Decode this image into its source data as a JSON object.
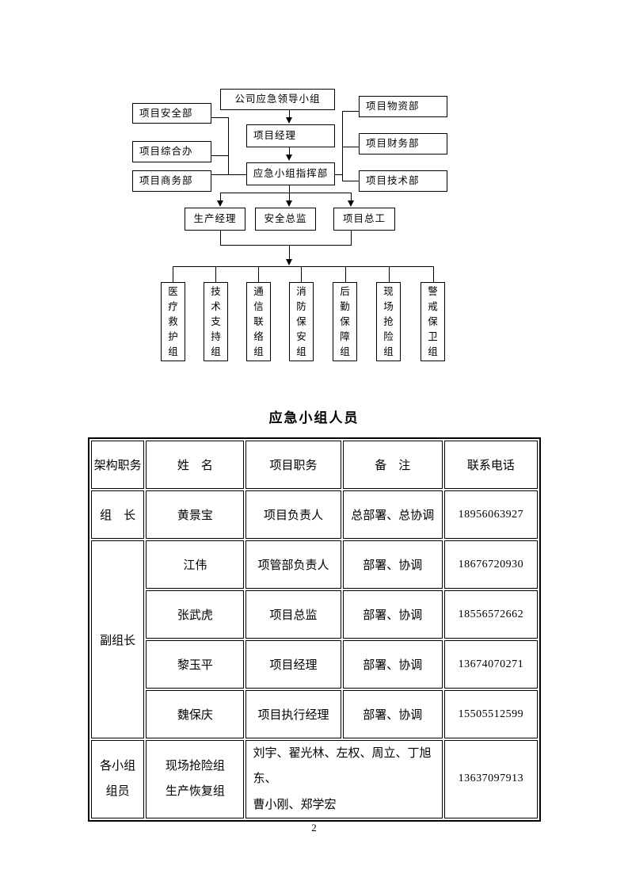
{
  "page_number": "2",
  "org_chart": {
    "top": "公司应急领导小组",
    "left": [
      "项目安全部",
      "项目综合办",
      "项目商务部"
    ],
    "right": [
      "项目物资部",
      "项目财务部",
      "项目技术部"
    ],
    "manager": "项目经理",
    "command": "应急小组指挥部",
    "level3": [
      "生产经理",
      "安全总监",
      "项目总工"
    ],
    "groups": [
      "医疗救护组",
      "技术支持组",
      "通信联络组",
      "消防保安组",
      "后勤保障组",
      "现场抢险组",
      "警戒保卫组"
    ]
  },
  "table": {
    "title": "应急小组人员",
    "headers": [
      "架构职务",
      "姓　名",
      "项目职务",
      "备　注",
      "联系电话"
    ],
    "rows": {
      "leader": {
        "role": "组　长",
        "name": "黄景宝",
        "position": "项目负责人",
        "note": "总部署、总协调",
        "phone": "18956063927"
      },
      "deputy_role": "副组长",
      "deputies": [
        {
          "name": "江伟",
          "position": "项管部负责人",
          "note": "部署、协调",
          "phone": "18676720930"
        },
        {
          "name": "张武虎",
          "position": "项目总监",
          "note": "部署、协调",
          "phone": "18556572662"
        },
        {
          "name": "黎玉平",
          "position": "项目经理",
          "note": "部署、协调",
          "phone": "13674070271"
        },
        {
          "name": "魏保庆",
          "position": "项目执行经理",
          "note": "部署、协调",
          "phone": "15505512599"
        }
      ],
      "members": {
        "role_lines": [
          "各小组",
          "组员"
        ],
        "group_lines": [
          "现场抢险组",
          "生产恢复组"
        ],
        "name_lines": [
          "刘宇、翟光林、左权、周立、丁旭东、",
          "曹小刚、郑学宏"
        ],
        "phone": "13637097913"
      }
    }
  }
}
